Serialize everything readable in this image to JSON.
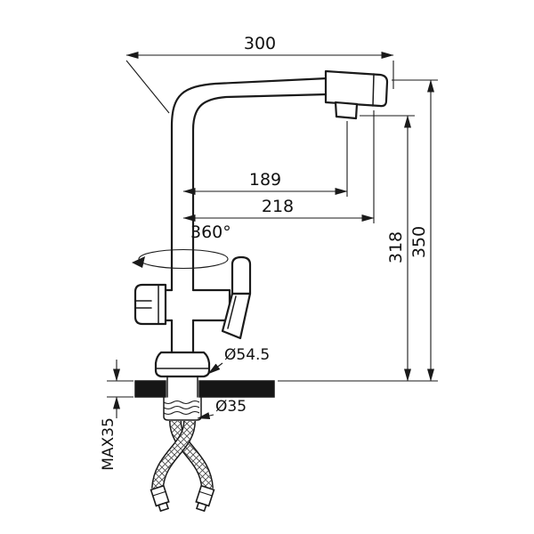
{
  "meta": {
    "background": "#ffffff",
    "line_color": "#1a1a1a",
    "drawing_type": "kitchen-faucet-dimension-diagram"
  },
  "labels": {
    "dim_width": "300",
    "dim_reach_inner": "189",
    "dim_reach_outer": "218",
    "dim_height_inner": "318",
    "dim_height_total": "350",
    "swivel": "360°",
    "base_dia": "Ø54.5",
    "shank_dia": "Ø35",
    "max_counter": "MAX35"
  }
}
